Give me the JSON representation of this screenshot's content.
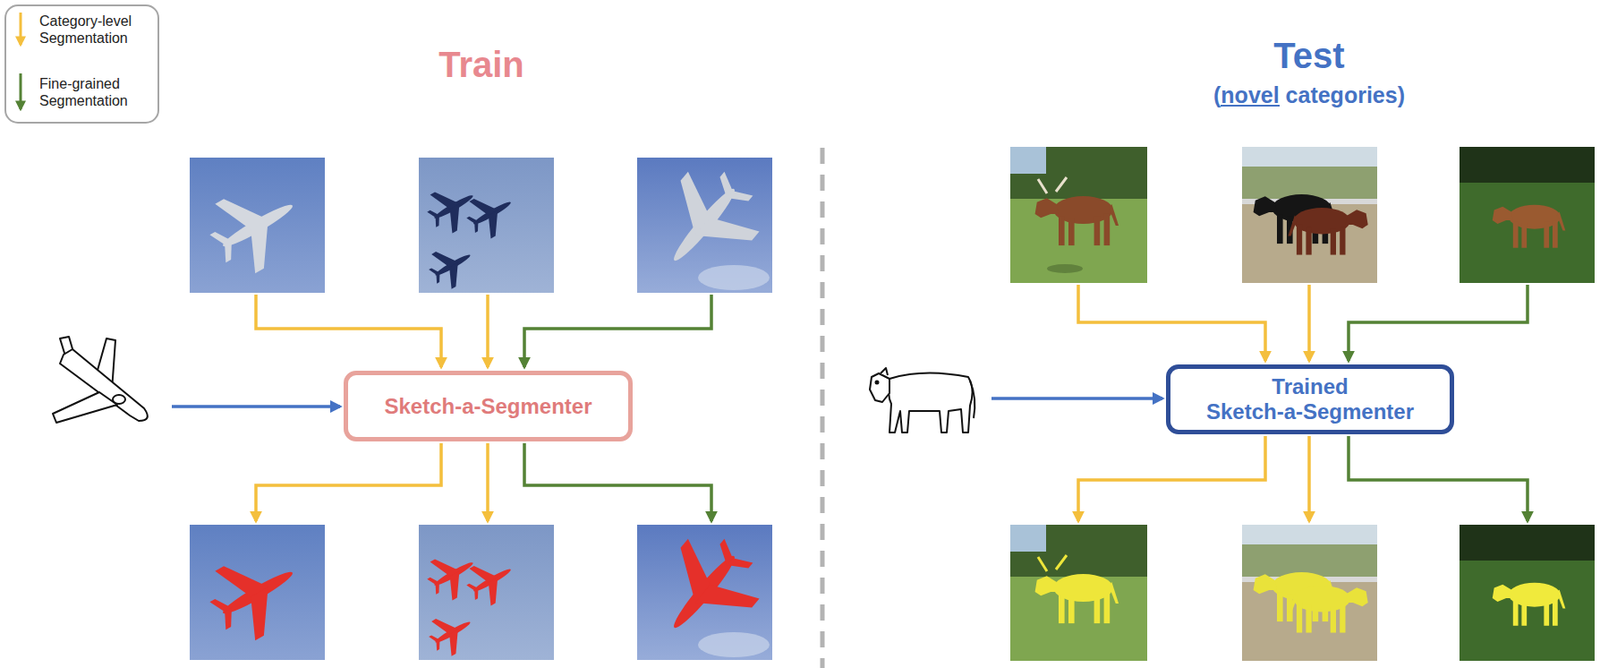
{
  "diagram": {
    "nodes": [
      {
        "text": [
          "Sketch-a-Segmenter"
        ]
      },
      {
        "text": [
          "Trained Sketch-a-Segmenter"
        ]
      }
    ],
    "edges": [],
    "labels": [
      "Train",
      "Test",
      "(novel categories)"
    ],
    "legend": [
      {
        "text": "Category-level Segmentation"
      },
      {
        "text": "Fine-grained Segmentation"
      }
    ]
  }
}
